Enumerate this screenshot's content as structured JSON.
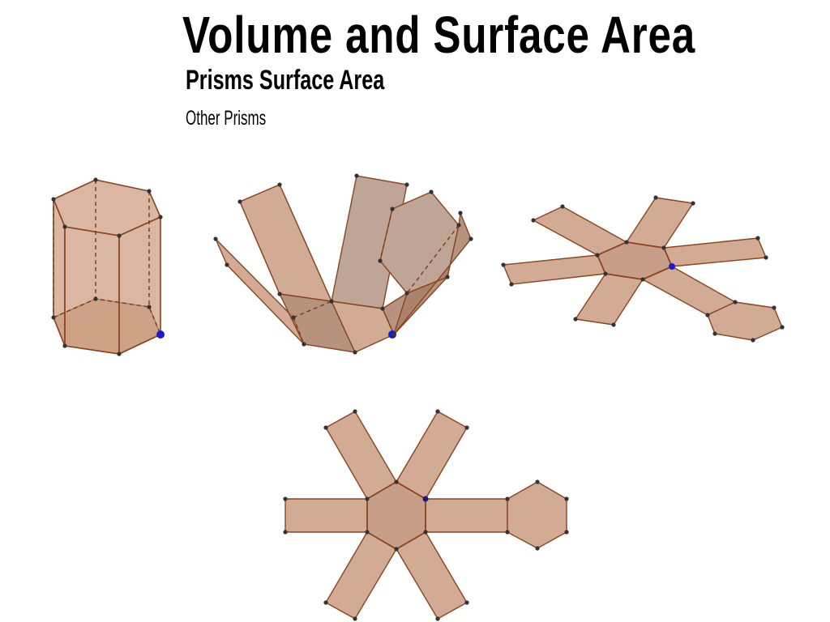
{
  "slide": {
    "title": "Volume and Surface Area",
    "subtitle": "Prisms Surface Area",
    "section": "Other Prisms"
  },
  "colors": {
    "face": "#c9987a",
    "edge": "#8a4420",
    "vertex": "#333333",
    "highlight_vertex": "#1a1ad0"
  },
  "figures": [
    {
      "name": "hexagonal-prism",
      "state": "closed 3D"
    },
    {
      "name": "hexagonal-prism-net-unfolding",
      "state": "partially unfolded"
    },
    {
      "name": "hexagonal-prism-net-perspective",
      "state": "flat, perspective"
    },
    {
      "name": "hexagonal-prism-net-flat",
      "state": "flat, top view"
    }
  ]
}
